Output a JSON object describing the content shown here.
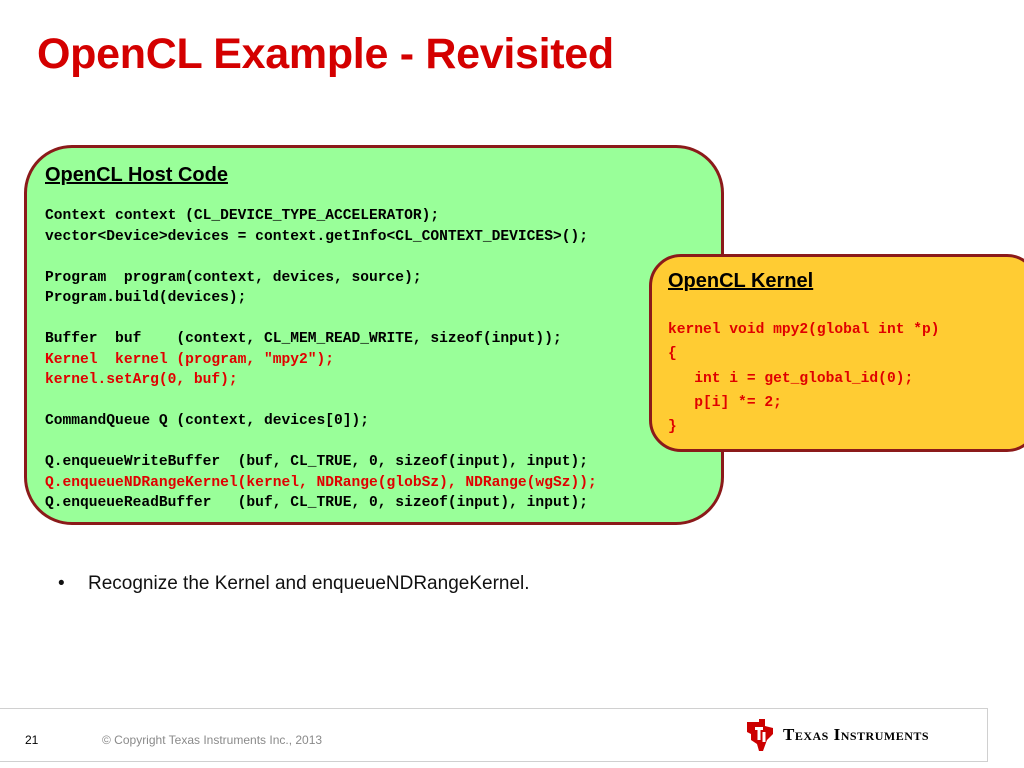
{
  "slide": {
    "title": "OpenCL Example - Revisited",
    "host_box": {
      "heading": "OpenCL Host Code",
      "lines": [
        {
          "text": "Context context (CL_DEVICE_TYPE_ACCELERATOR);",
          "highlight": false
        },
        {
          "text": "vector<Device>devices = context.getInfo<CL_CONTEXT_DEVICES>();",
          "highlight": false
        },
        {
          "text": "",
          "highlight": false
        },
        {
          "text": "Program  program(context, devices, source);",
          "highlight": false
        },
        {
          "text": "Program.build(devices);",
          "highlight": false
        },
        {
          "text": "",
          "highlight": false
        },
        {
          "text": "Buffer  buf    (context, CL_MEM_READ_WRITE, sizeof(input));",
          "highlight": false
        },
        {
          "text": "Kernel  kernel (program, \"mpy2\");",
          "highlight": true
        },
        {
          "text": "kernel.setArg(0, buf);",
          "highlight": true
        },
        {
          "text": "",
          "highlight": false
        },
        {
          "text": "CommandQueue Q (context, devices[0]);",
          "highlight": false
        },
        {
          "text": "",
          "highlight": false
        },
        {
          "text": "Q.enqueueWriteBuffer  (buf, CL_TRUE, 0, sizeof(input), input);",
          "highlight": false
        },
        {
          "text": "Q.enqueueNDRangeKernel(kernel, NDRange(globSz), NDRange(wgSz));",
          "highlight": true
        },
        {
          "text": "Q.enqueueReadBuffer   (buf, CL_TRUE, 0, sizeof(input), input);",
          "highlight": false
        }
      ]
    },
    "kernel_box": {
      "heading": "OpenCL Kernel",
      "lines": [
        "kernel void mpy2(global int *p)",
        "{",
        "   int i = get_global_id(0);",
        "   p[i] *= 2;",
        "}"
      ]
    },
    "bullet": {
      "marker": "•",
      "text": "Recognize the Kernel and enqueueNDRangeKernel."
    }
  },
  "footer": {
    "page_number": "21",
    "copyright": "© Copyright Texas Instruments Inc., 2013",
    "logo_text": "Texas Instruments"
  },
  "colors": {
    "title": "#d40000",
    "host_box_fill": "#99ff99",
    "kernel_box_fill": "#ffcc33",
    "box_border": "#8b1a1a",
    "highlight_code": "#e00000",
    "ti_red": "#cc0000"
  }
}
